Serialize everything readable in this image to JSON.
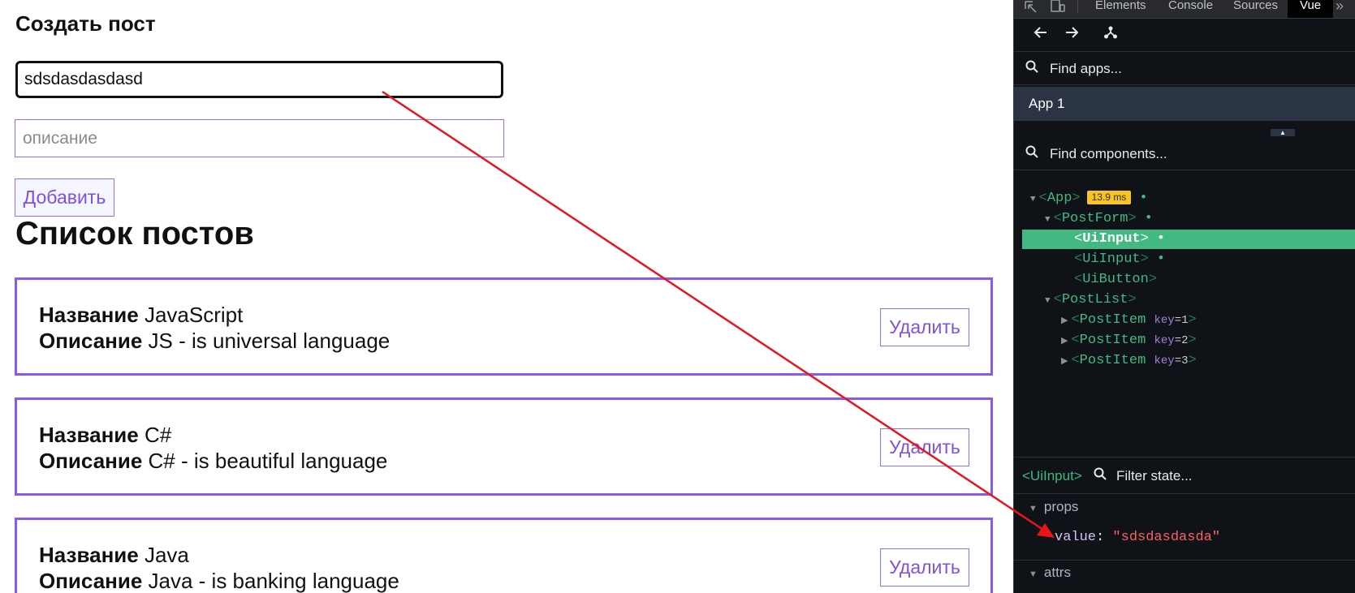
{
  "form": {
    "heading": "Создать пост",
    "title_value": "sdsdasdasdasd",
    "description_placeholder": "описание",
    "add_button": "Добавить"
  },
  "list": {
    "heading": "Список постов",
    "name_label": "Название",
    "desc_label": "Описание",
    "delete_button": "Удалить",
    "posts": [
      {
        "title": "JavaScript",
        "description": "JS - is universal language"
      },
      {
        "title": "C#",
        "description": "C# - is beautiful language"
      },
      {
        "title": "Java",
        "description": "Java - is banking language"
      }
    ]
  },
  "devtools": {
    "tabs": [
      "Elements",
      "Console",
      "Sources",
      "Vue"
    ],
    "active_tab": "Vue",
    "find_apps_placeholder": "Find apps...",
    "app_name": "App 1",
    "find_components_placeholder": "Find components...",
    "tree": {
      "app": "App",
      "app_badge": "13.9 ms",
      "post_form": "PostForm",
      "ui_input_1": "UiInput",
      "ui_input_2": "UiInput",
      "ui_button": "UiButton",
      "post_list": "PostList",
      "post_item": "PostItem",
      "key_label": "key",
      "keys": [
        "1",
        "2",
        "3"
      ]
    },
    "state": {
      "component": "<UiInput>",
      "filter_placeholder": "Filter state...",
      "props_label": "props",
      "prop_key": "value",
      "prop_value": "\"sdsdasdasda\"",
      "attrs_label": "attrs"
    }
  },
  "colors": {
    "accent_purple": "#8a5ce6",
    "vue_green": "#42b883",
    "badge_yellow": "#f7c325",
    "annotation_red": "#e8161b"
  }
}
